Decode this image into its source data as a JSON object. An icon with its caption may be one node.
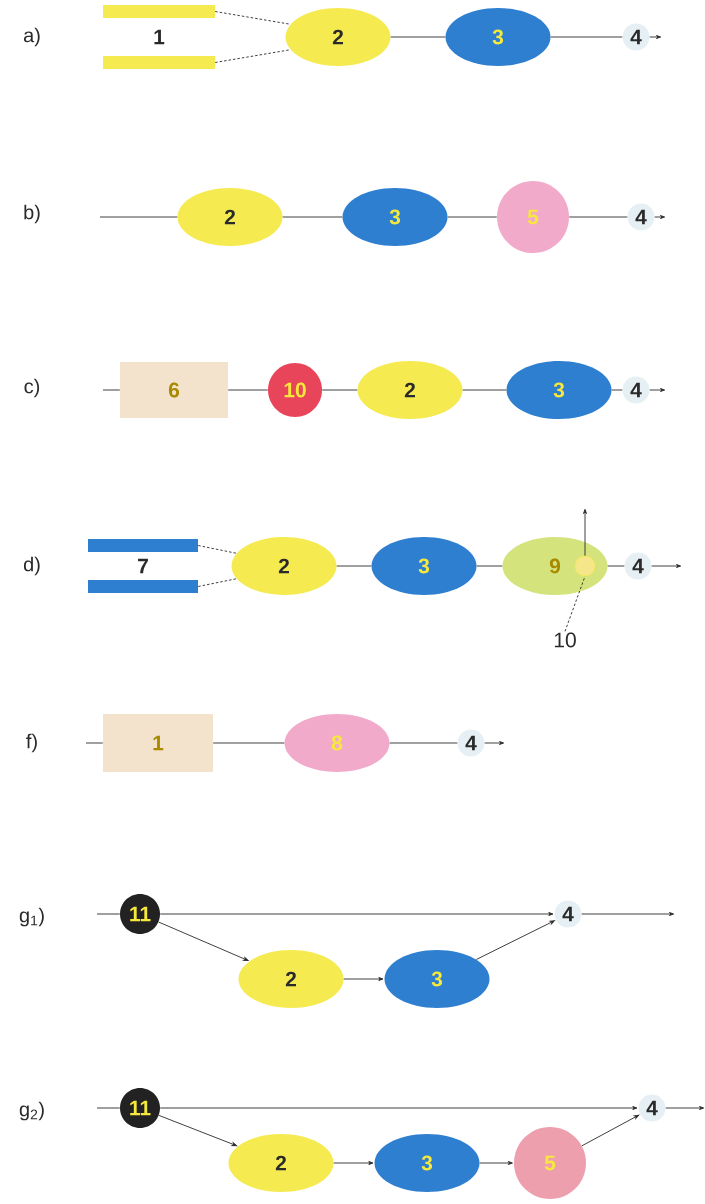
{
  "diagram": {
    "nodes": [
      {
        "text": [
          "1"
        ]
      },
      {
        "text": [
          "2"
        ]
      },
      {
        "text": [
          "3"
        ]
      },
      {
        "text": [
          "4"
        ]
      },
      {
        "text": [
          "2"
        ]
      },
      {
        "text": [
          "3"
        ]
      },
      {
        "text": [
          "5"
        ]
      },
      {
        "text": [
          "4"
        ]
      },
      {
        "text": [
          "6"
        ]
      },
      {
        "text": [
          "10"
        ]
      },
      {
        "text": [
          "2"
        ]
      },
      {
        "text": [
          "3"
        ]
      },
      {
        "text": [
          "4"
        ]
      },
      {
        "text": [
          "7"
        ]
      },
      {
        "text": [
          "2"
        ]
      },
      {
        "text": [
          "3"
        ]
      },
      {
        "text": [
          "9"
        ]
      },
      {
        "text": [],
        "shape": "circle",
        "in": 16
      },
      {
        "text": [
          "4"
        ]
      },
      {
        "text": [
          "10"
        ]
      },
      {
        "text": [
          "1"
        ]
      },
      {
        "text": [
          "8"
        ]
      },
      {
        "text": [
          "4"
        ]
      },
      {
        "text": [
          "11"
        ]
      },
      {
        "text": [
          "4"
        ]
      },
      {
        "text": [
          "2"
        ]
      },
      {
        "text": [
          "3"
        ]
      },
      {
        "text": [
          "11"
        ]
      },
      {
        "text": [
          "4"
        ]
      },
      {
        "text": [
          "2"
        ]
      },
      {
        "text": [
          "3"
        ]
      },
      {
        "text": [
          "5"
        ]
      }
    ],
    "edges": [
      {
        "from": 0,
        "to": 1,
        "arrow": "none",
        "style": "dashed"
      },
      {
        "from": 0,
        "to": 1,
        "arrow": "none",
        "style": "dashed"
      },
      {
        "from": 1,
        "to": 2,
        "arrow": "none"
      },
      {
        "from": 2,
        "to": 3,
        "arrow": "none"
      },
      {
        "from": 3,
        "to": null,
        "arrow": "to"
      },
      {
        "from": null,
        "to": 4,
        "arrow": "none"
      },
      {
        "from": 4,
        "to": 5,
        "arrow": "none"
      },
      {
        "from": 5,
        "to": 6,
        "arrow": "none"
      },
      {
        "from": 6,
        "to": 7,
        "arrow": "none"
      },
      {
        "from": 7,
        "to": null,
        "arrow": "to"
      },
      {
        "from": null,
        "to": 8,
        "arrow": "none"
      },
      {
        "from": 8,
        "to": 9,
        "arrow": "none"
      },
      {
        "from": 9,
        "to": 10,
        "arrow": "none"
      },
      {
        "from": 10,
        "to": 11,
        "arrow": "none"
      },
      {
        "from": 11,
        "to": 12,
        "arrow": "none"
      },
      {
        "from": 12,
        "to": null,
        "arrow": "to"
      },
      {
        "from": 13,
        "to": 14,
        "arrow": "none",
        "style": "dashed"
      },
      {
        "from": 13,
        "to": 14,
        "arrow": "none",
        "style": "dashed"
      },
      {
        "from": 14,
        "to": 15,
        "arrow": "none"
      },
      {
        "from": 15,
        "to": 16,
        "arrow": "none"
      },
      {
        "from": 16,
        "to": 18,
        "arrow": "none"
      },
      {
        "from": 18,
        "to": null,
        "arrow": "to"
      },
      {
        "from": 17,
        "to": null,
        "arrow": "to"
      },
      {
        "from": 19,
        "to": 17,
        "arrow": "none",
        "style": "dashed"
      },
      {
        "from": null,
        "to": 20,
        "arrow": "none"
      },
      {
        "from": 20,
        "to": 21,
        "arrow": "none"
      },
      {
        "from": 21,
        "to": 22,
        "arrow": "none"
      },
      {
        "from": 22,
        "to": null,
        "arrow": "to"
      },
      {
        "from": null,
        "to": 23,
        "arrow": "none"
      },
      {
        "from": 23,
        "to": 24,
        "arrow": "to"
      },
      {
        "from": 23,
        "to": 25,
        "arrow": "to"
      },
      {
        "from": 25,
        "to": 26,
        "arrow": "to"
      },
      {
        "from": 26,
        "to": 24,
        "arrow": "to"
      },
      {
        "from": 24,
        "to": null,
        "arrow": "to"
      },
      {
        "from": null,
        "to": 27,
        "arrow": "none"
      },
      {
        "from": 27,
        "to": 28,
        "arrow": "to"
      },
      {
        "from": 27,
        "to": 29,
        "arrow": "to"
      },
      {
        "from": 29,
        "to": 30,
        "arrow": "to"
      },
      {
        "from": 30,
        "to": 31,
        "arrow": "to"
      },
      {
        "from": 31,
        "to": 28,
        "arrow": "to"
      },
      {
        "from": 28,
        "to": null,
        "arrow": "to"
      }
    ],
    "labels": [
      "a)",
      "b)",
      "c)",
      "d)",
      "f)",
      "g$_{1}$)",
      "g$_{2}$)"
    ]
  }
}
